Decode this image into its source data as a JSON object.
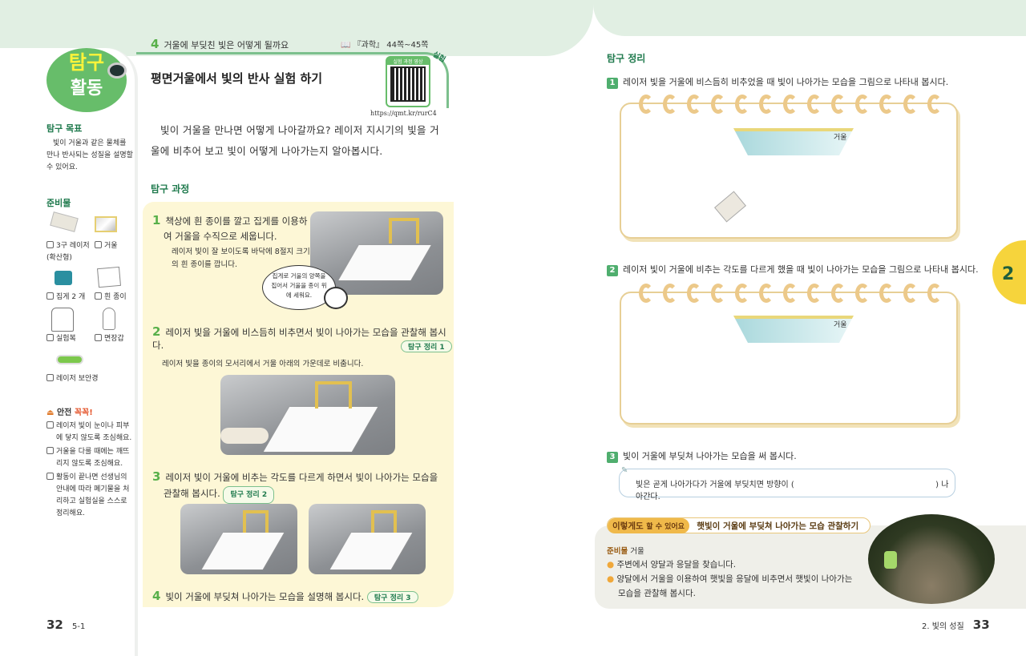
{
  "left_page": {
    "section_label": "4",
    "section_title": "거울에 부딪친 빛은 어떻게 될까요",
    "reference": "『과학』 44쪽~45쪽",
    "badge_top": "탐구",
    "badge_bottom": "활동",
    "tag": "실험",
    "title": "평면거울에서 빛의 반사 실험 하기",
    "qr_label": "실험 과정 영상",
    "qr_url": "https://qmt.kr/rurC4",
    "intro": "빛이 거울을 만나면 어떻게 나아갈까요? 레이저 지시기의 빛을 거울에 비추어 보고 빛이 어떻게 나아가는지 알아봅시다.",
    "goal_heading": "탐구 목표",
    "goal_text": "빛이 거울과 같은 물체를 만나 반사되는 성질을 설명할 수 있어요.",
    "materials_heading": "준비물",
    "materials": [
      "3구 레이저 (확산형)",
      "거울",
      "집게 2 개",
      "흰 종이",
      "실험복",
      "면장갑",
      "레이저 보안경"
    ],
    "safety_heading": "안전",
    "safety_emph": "꼭꼭!",
    "safety": [
      "레이저 빛이 눈이나 피부에 닿지 않도록 조심해요.",
      "거울을 다룰 때에는 깨뜨리지 않도록 조심해요.",
      "활동이 끝나면 선생님의 안내에 따라 폐기물을 처리하고 실험실을 스스로 정리해요."
    ],
    "process_heading": "탐구 과정",
    "steps": [
      {
        "n": "1",
        "text": "책상에 흰 종이를 깔고 집게를 이용하여 거울을 수직으로 세웁니다.",
        "note": "레이저 빛이 잘 보이도록 바닥에 8절지 크기의 흰 종이를 깝니다."
      },
      {
        "n": "2",
        "text": "레이저 빛을 거울에 비스듬히 비추면서 빛이 나아가는 모습을 관찰해 봅시다.",
        "link": "탐구 정리 1",
        "note": "레이저 빛을 종이의 모서리에서 거울 아래의 가운데로 비춥니다."
      },
      {
        "n": "3",
        "text": "레이저 빛이 거울에 비추는 각도를 다르게 하면서 빛이 나아가는 모습을 관찰해 봅시다.",
        "link": "탐구 정리 2"
      },
      {
        "n": "4",
        "text": "빛이 거울에 부딪쳐 나아가는 모습을 설명해 봅시다.",
        "link": "탐구 정리 3"
      }
    ],
    "speech": "집게로 거울의 양쪽을 집어서 거울을 종이 위에 세워요.",
    "page_number": "32",
    "page_sub": "5-1"
  },
  "right_page": {
    "heading": "탐구 정리",
    "q1": {
      "n": "1",
      "text": "레이저 빛을 거울에 비스듬히 비추었을 때 빛이 나아가는 모습을 그림으로 나타내 봅시다.",
      "mirror_label": "거울"
    },
    "q2": {
      "n": "2",
      "text": "레이저 빛이 거울에 비추는 각도를 다르게 했을 때 빛이 나아가는 모습을 그림으로 나타내 봅시다.",
      "mirror_label": "거울"
    },
    "q3": {
      "n": "3",
      "text": "빛이 거울에 부딪쳐 나아가는 모습을 써 봅시다.",
      "answer_before": "빛은 곧게 나아가다가 거울에 부딪치면 방향이 (",
      "answer_after": ") 나아간다."
    },
    "extra": {
      "tag1": "이렇게도",
      "tag2": "할 수 있어요",
      "title": "햇빛이 거울에 부딪쳐 나아가는 모습 관찰하기",
      "materials_label": "준비물",
      "materials": "거울",
      "steps": [
        "주변에서 양달과 응달을 찾습니다.",
        "양달에서 거울을 이용하여 햇빛을 응달에 비추면서 햇빛이 나아가는 모습을 관찰해 봅시다."
      ]
    },
    "chapter_tab": "2",
    "footer": "2. 빛의 성질",
    "page_number": "33"
  }
}
